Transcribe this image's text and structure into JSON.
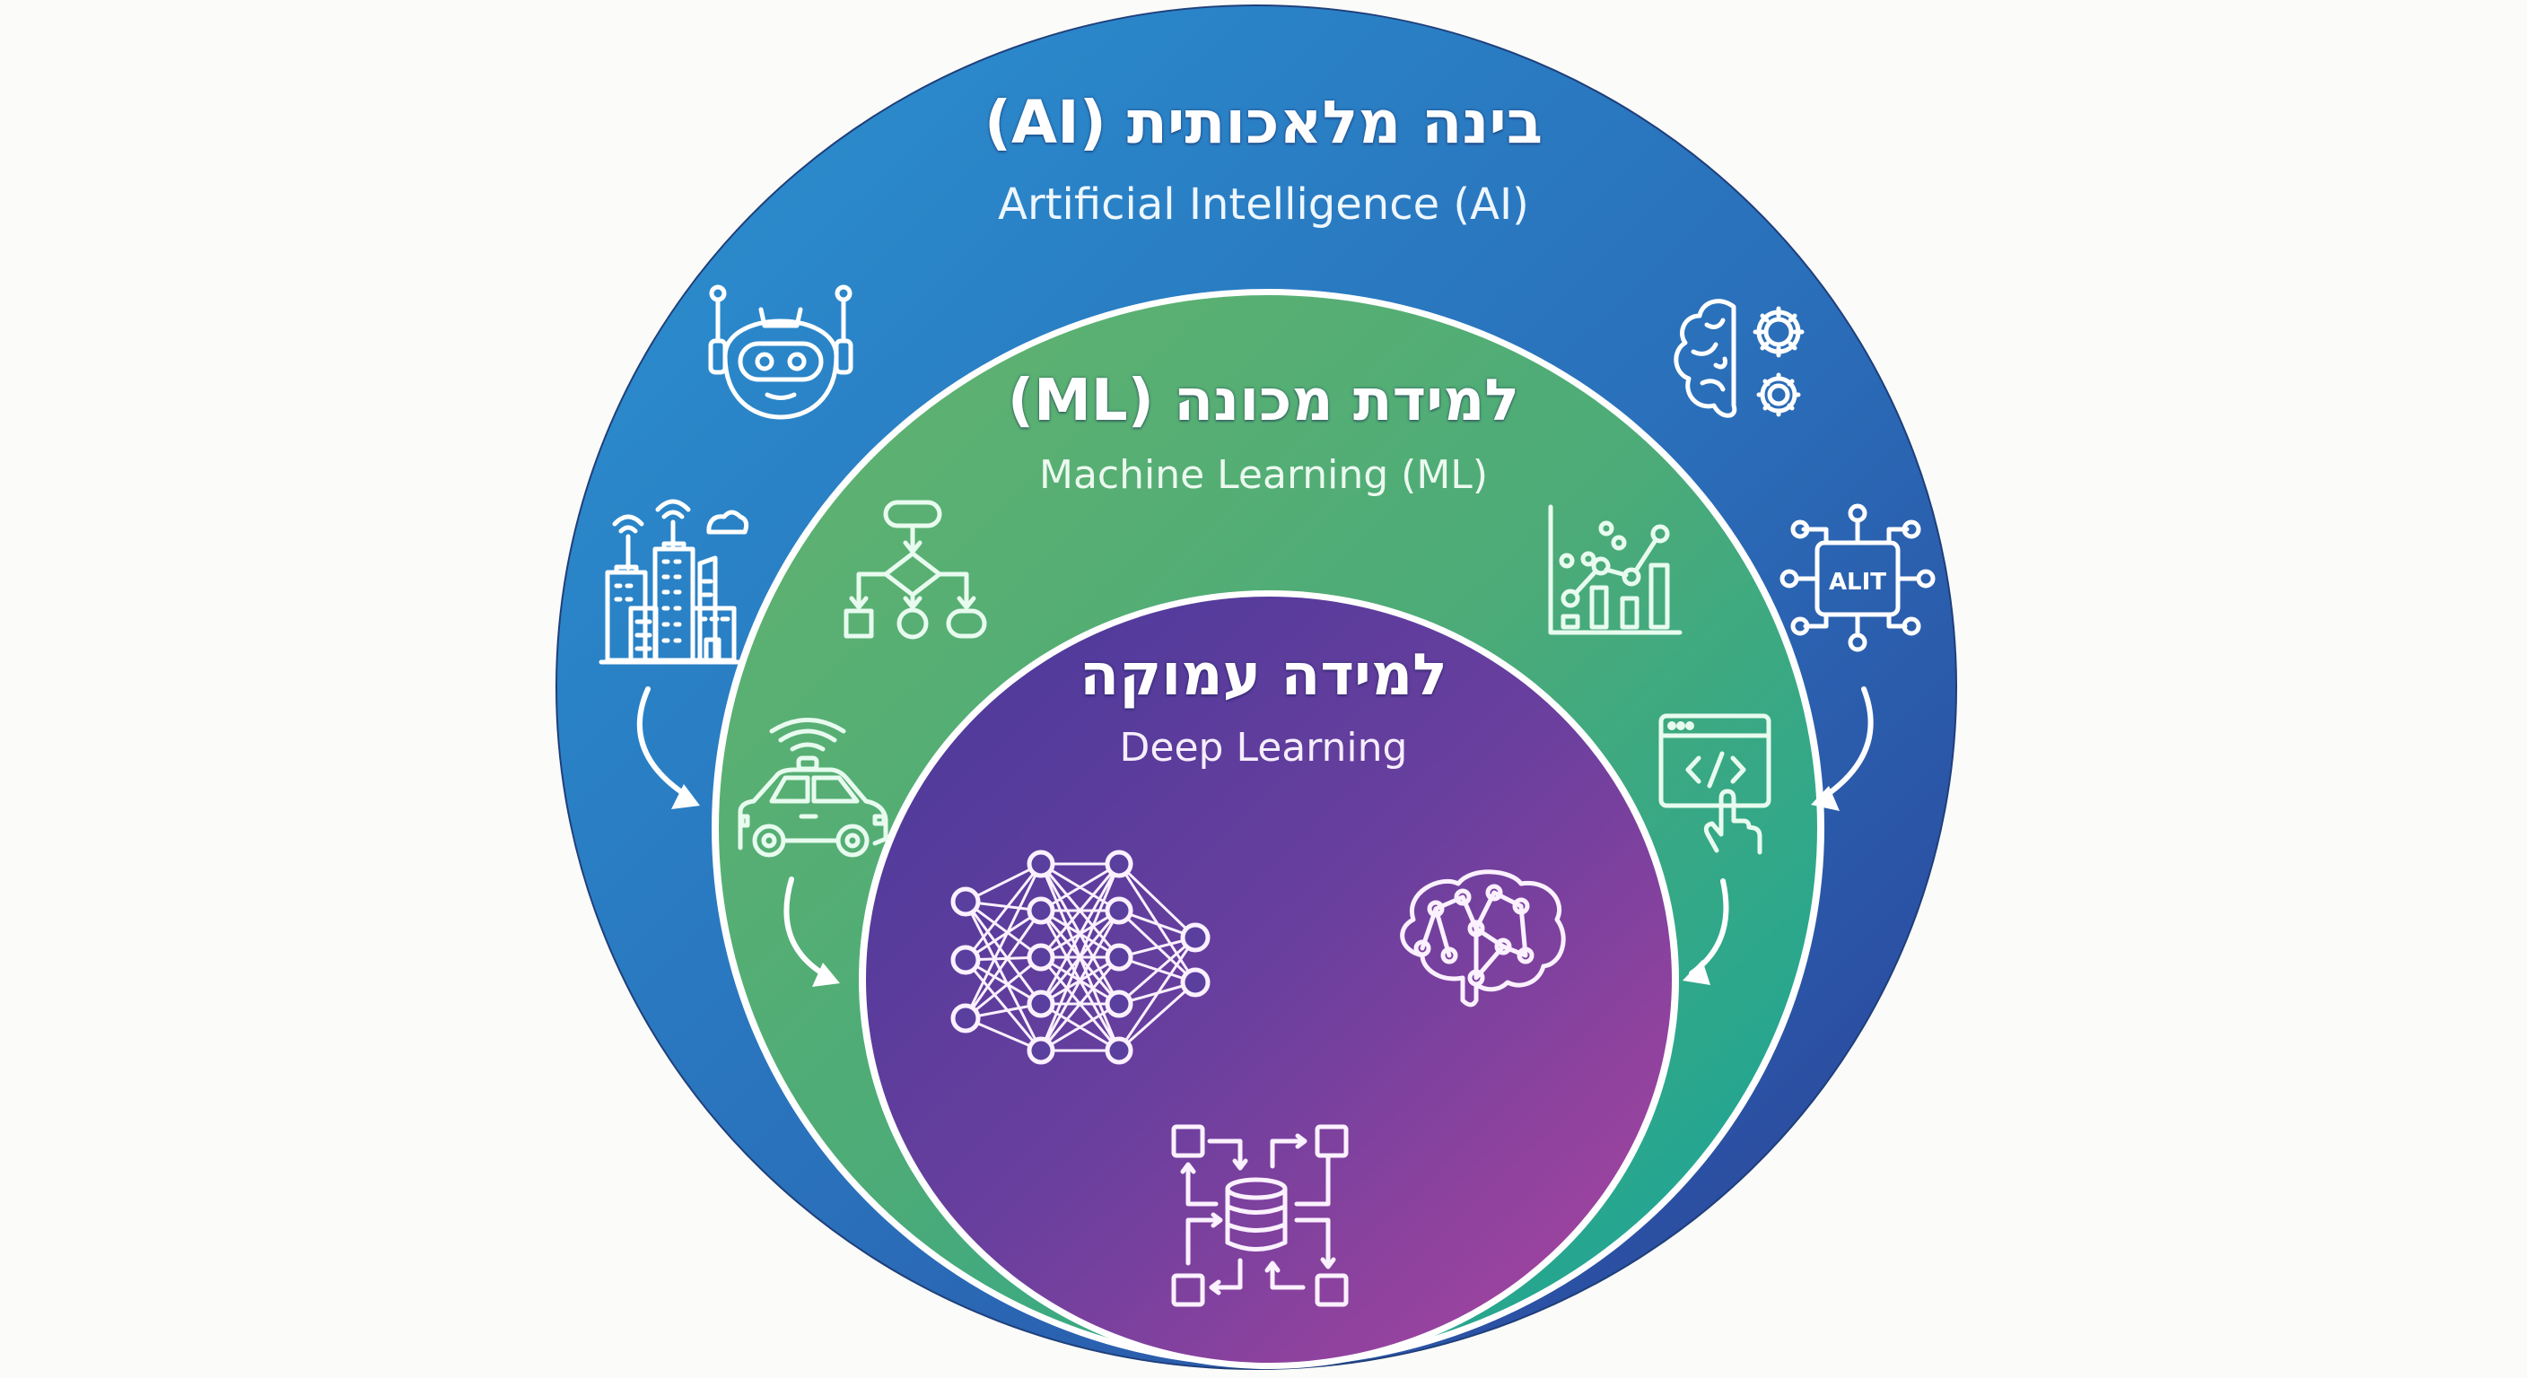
{
  "diagram": {
    "type": "nested-circles",
    "colors": {
      "background": "#fbfbfa",
      "ai_circle": [
        "#2a8ccc",
        "#2d4da0"
      ],
      "ml_circle": [
        "#5bb06e",
        "#1fa594"
      ],
      "dl_circle": [
        "#4d3b99",
        "#a645a0"
      ],
      "ring_stroke": "#ffffff"
    },
    "circles": [
      {
        "id": "ai",
        "title_hebrew": "בינה מלאכותית (AI)",
        "title_english": "Artificial Intelligence (AI)",
        "icons": [
          "robot-head-icon",
          "brain-gears-icon",
          "smart-city-icon",
          "ai-chip-icon"
        ],
        "chip_label": "ALIT"
      },
      {
        "id": "ml",
        "title_hebrew": "למידת מכונה (ML)",
        "title_english": "Machine Learning (ML)",
        "icons": [
          "flowchart-icon",
          "scatter-trend-chart-icon",
          "autonomous-car-icon",
          "code-window-click-icon"
        ]
      },
      {
        "id": "dl",
        "title_hebrew": "למידה עמוקה",
        "title_english": "Deep Learning",
        "icons": [
          "neural-network-icon",
          "brain-network-icon",
          "database-flow-icon"
        ]
      }
    ],
    "arrows": [
      {
        "from": "ai",
        "to": "ml",
        "side": "left"
      },
      {
        "from": "ai",
        "to": "ml",
        "side": "right"
      },
      {
        "from": "ml",
        "to": "dl",
        "side": "left"
      },
      {
        "from": "ml",
        "to": "dl",
        "side": "right"
      }
    ]
  }
}
